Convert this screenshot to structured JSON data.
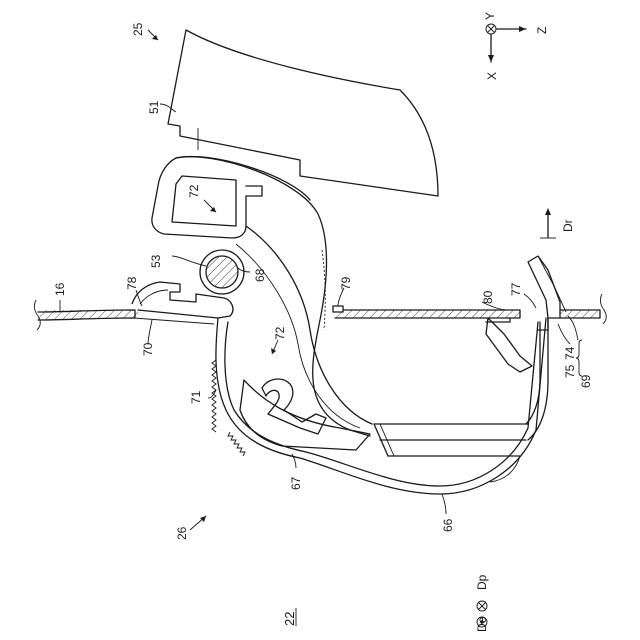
{
  "figure": {
    "axes": {
      "y": "Y",
      "z": "Z",
      "x": "X"
    },
    "arrow_label": "Dr",
    "legend": {
      "dp": "Dp",
      "de": "De"
    },
    "figure_number": "22",
    "refs": {
      "r25": "25",
      "r51": "51",
      "r72a": "72",
      "r53": "53",
      "r68": "68",
      "r16": "16",
      "r78": "78",
      "r79": "79",
      "r80": "80",
      "r77": "77",
      "r70": "70",
      "r72b": "72",
      "r71": "71",
      "r74": "74",
      "r75": "75",
      "r69": "69",
      "r67": "67",
      "r66": "66",
      "r26": "26"
    }
  }
}
